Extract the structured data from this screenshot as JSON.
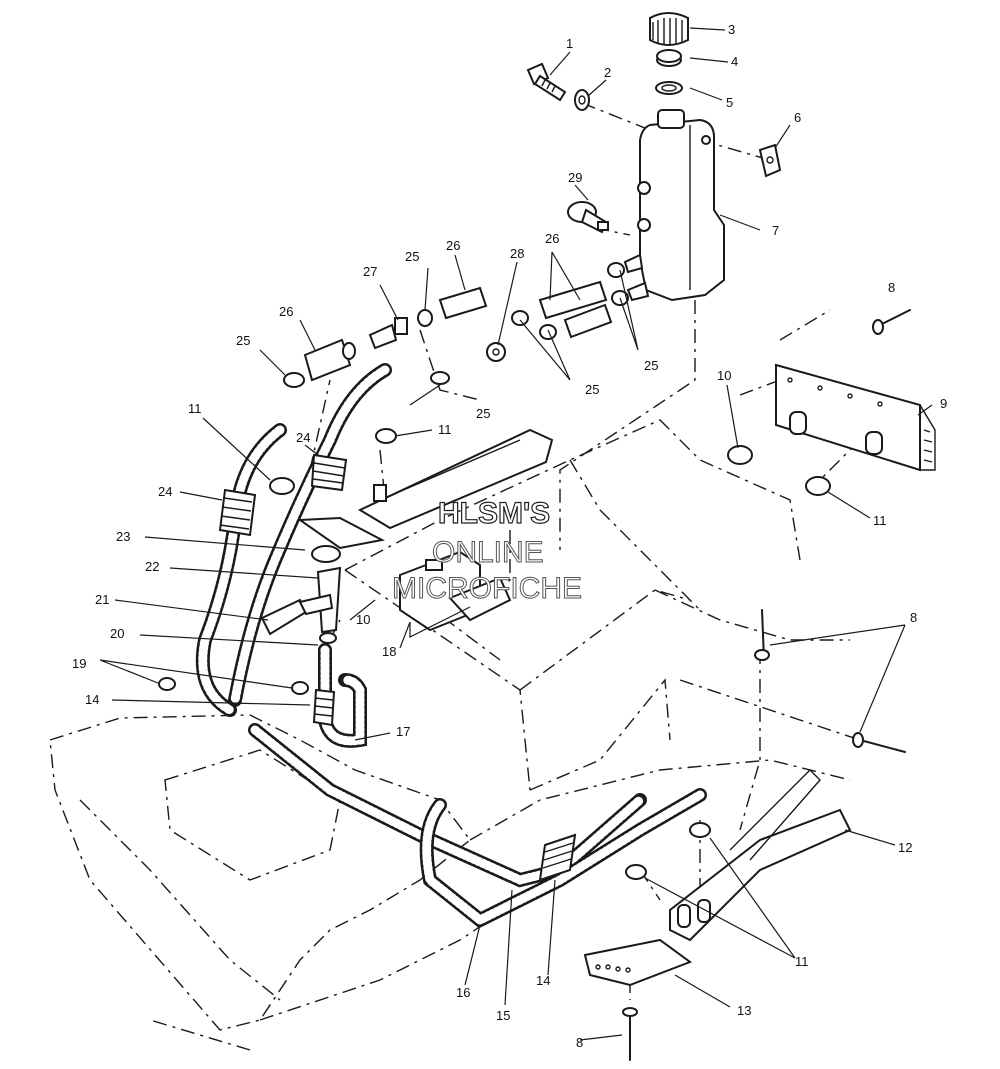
{
  "watermark": {
    "line1": "HLSM'S",
    "line2": "ONLINE",
    "line3": "MICROFICHE"
  },
  "callouts": [
    "1",
    "2",
    "3",
    "4",
    "5",
    "6",
    "7",
    "8",
    "9",
    "10",
    "11",
    "12",
    "13",
    "14",
    "15",
    "16",
    "17",
    "18",
    "19",
    "20",
    "21",
    "22",
    "23",
    "24",
    "25",
    "26",
    "27",
    "28",
    "29"
  ],
  "labels": {
    "c1": "1",
    "c2": "2",
    "c3": "3",
    "c4": "4",
    "c5": "5",
    "c6": "6",
    "c7": "7",
    "c8a": "8",
    "c8b": "8",
    "c8c": "8",
    "c9": "9",
    "c10a": "10",
    "c10b": "10",
    "c11a": "11",
    "c11b": "11",
    "c11c": "11",
    "c11d": "11",
    "c12": "12",
    "c13": "13",
    "c14a": "14",
    "c14b": "14",
    "c15": "15",
    "c16": "16",
    "c17": "17",
    "c18": "18",
    "c19": "19",
    "c20": "20",
    "c21": "21",
    "c22": "22",
    "c23": "23",
    "c24a": "24",
    "c24b": "24",
    "c25a": "25",
    "c25b": "25",
    "c25c": "25",
    "c25d": "25",
    "c25e": "25",
    "c26a": "26",
    "c26b": "26",
    "c26c": "26",
    "c27": "27",
    "c28": "28",
    "c29": "29"
  },
  "colors": {
    "ink": "#1a1a1a",
    "paper": "#ffffff"
  }
}
